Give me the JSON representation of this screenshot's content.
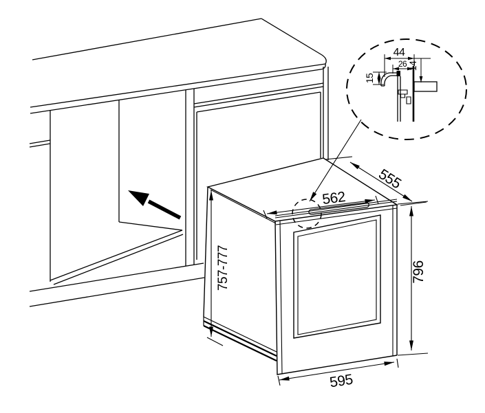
{
  "figure": {
    "type": "appliance-built-in-installation-diagram",
    "colors": {
      "line": "#000000",
      "background": "#ffffff"
    },
    "dimensions": {
      "top_front_width": "562",
      "top_depth": "555",
      "left_height_range": "757-777",
      "right_height": "796",
      "bottom_width": "595"
    },
    "detail": {
      "overall_depth": "44",
      "inner_depth": "26",
      "lip_height": "15",
      "frame_height": "14"
    }
  }
}
